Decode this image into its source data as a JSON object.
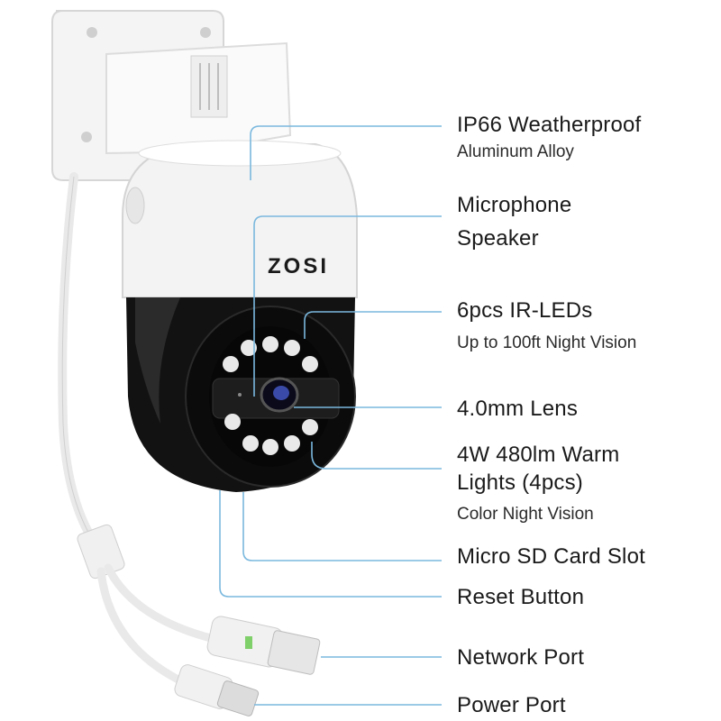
{
  "brand": "ZOSI",
  "features": [
    {
      "title": "IP66 Weatherproof",
      "subtitle": "Aluminum Alloy"
    },
    {
      "title": "Microphone",
      "title2": "Speaker"
    },
    {
      "title": "6pcs IR-LEDs",
      "subtitle": "Up to 100ft Night Vision"
    },
    {
      "title": "4.0mm Lens"
    },
    {
      "title": "4W 480lm Warm",
      "title2": "Lights (4pcs)",
      "subtitle": "Color Night Vision"
    },
    {
      "title": "Micro SD Card Slot"
    },
    {
      "title": "Reset Button"
    },
    {
      "title": "Network Port"
    },
    {
      "title": "Power Port"
    }
  ],
  "colors": {
    "callout_line": "#7ab8de",
    "camera_body": "#f2f2f2",
    "camera_dome": "#111111",
    "text": "#1a1a1a"
  }
}
